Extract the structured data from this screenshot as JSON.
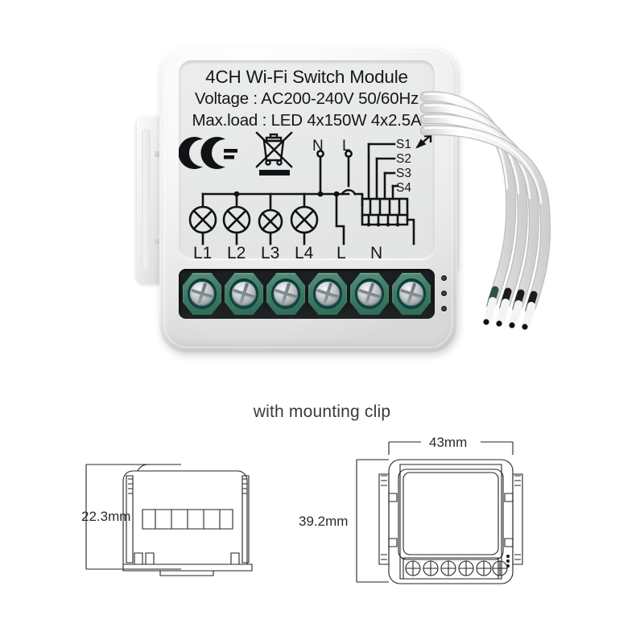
{
  "product": {
    "title": "4CH Wi-Fi Switch Module",
    "voltage_line": "Voltage : AC200-240V 50/60Hz",
    "maxload_line": "Max.load : LED 4x150W  4x2.5A",
    "casing_color": "#f2f2f2",
    "terminal_color": "#3f7a64"
  },
  "schematic": {
    "load_labels": [
      "L1",
      "L2",
      "L3",
      "L4"
    ],
    "supply_labels": [
      "L",
      "N"
    ],
    "terminal_top_labels": [
      "N",
      "L"
    ],
    "switch_inputs": [
      "S1",
      "S2",
      "S3",
      "S4"
    ],
    "certification_marks": [
      "ce-mark",
      "weee-crossed-bin"
    ]
  },
  "terminals": {
    "count": 6,
    "labels": [
      "L1",
      "L2",
      "L3",
      "L4",
      "L",
      "N"
    ]
  },
  "indicators": {
    "led_count": 3
  },
  "wires": {
    "count": 4
  },
  "dimensions": {
    "caption": "with mounting clip",
    "side_view": {
      "height_label": "22.3mm"
    },
    "front_view": {
      "width_label": "43mm",
      "height_label": "39.2mm",
      "terminal_screw_count": 6
    }
  }
}
